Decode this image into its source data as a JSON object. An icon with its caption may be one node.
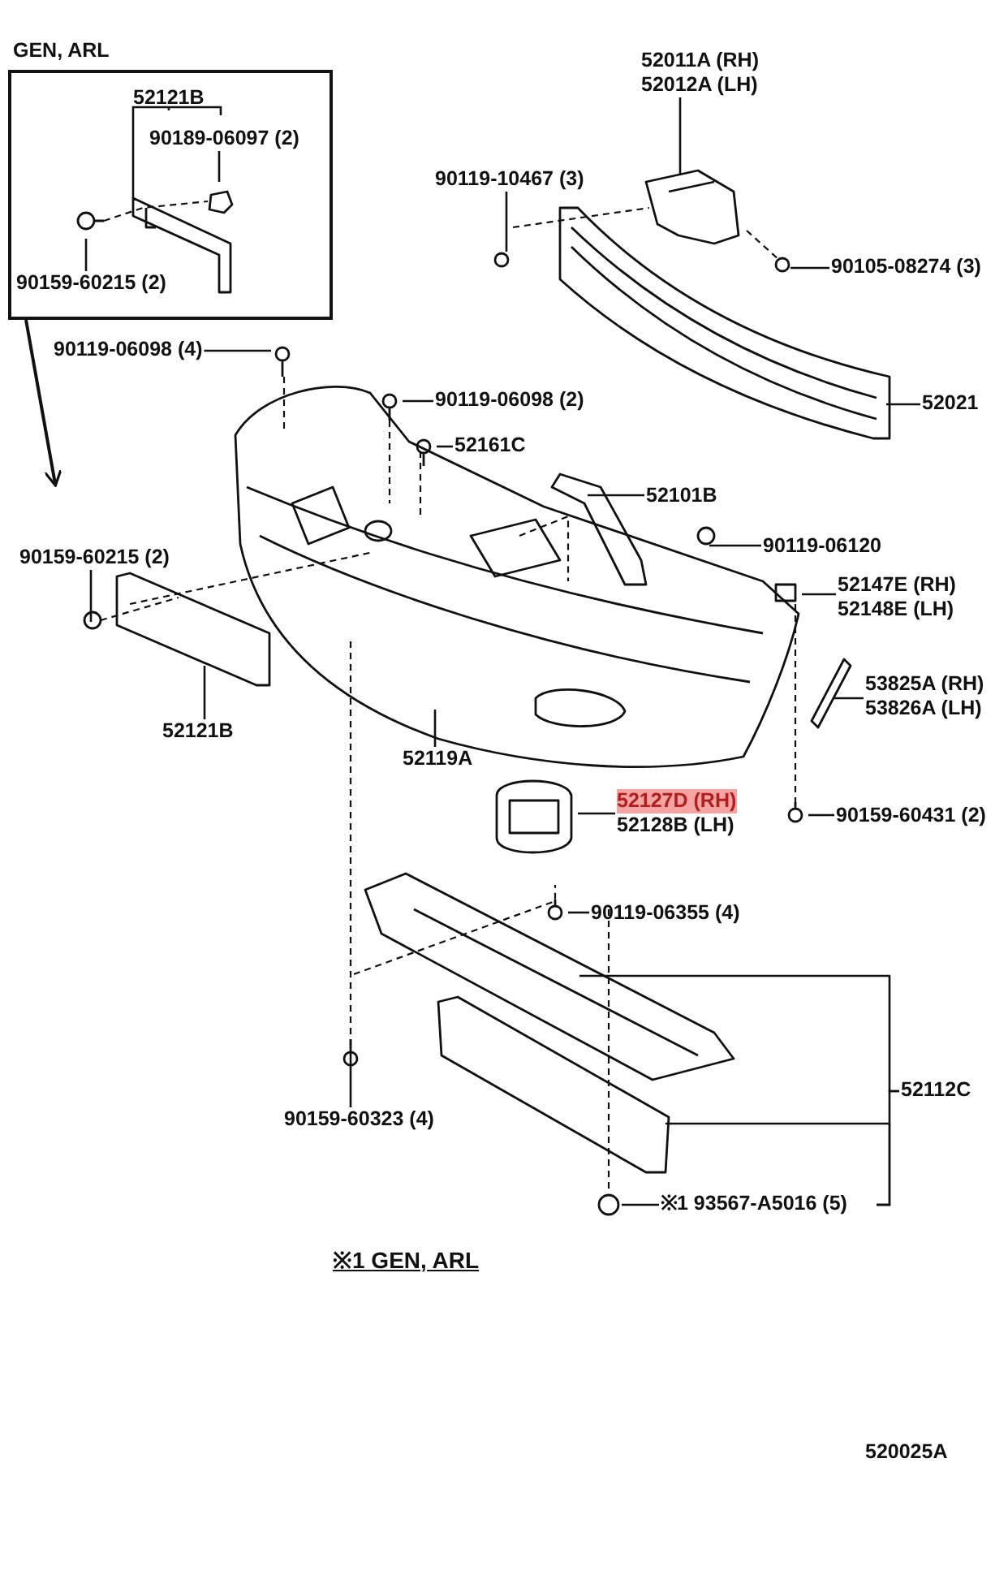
{
  "diagram": {
    "nodes": [
      {
        "text": [
          "GEN, ARL"
        ]
      },
      {
        "text": [
          "52121B"
        ],
        "in": 0
      },
      {
        "text": [
          "90189-06097 (2)"
        ],
        "in": 0
      },
      {
        "text": [
          "90159-60215 (2)"
        ],
        "in": 0
      },
      {
        "text": [
          "52011A (RH)",
          "52012A (LH)"
        ]
      },
      {
        "text": [
          "90119-10467 (3)"
        ]
      },
      {
        "text": [
          "90105-08274 (3)"
        ]
      },
      {
        "text": [
          "90119-06098 (4)"
        ]
      },
      {
        "text": [
          "90119-06098 (2)"
        ]
      },
      {
        "text": [
          "52021"
        ]
      },
      {
        "text": [
          "52161C"
        ]
      },
      {
        "text": [
          "52101B"
        ]
      },
      {
        "text": [
          "90159-60215 (2)"
        ]
      },
      {
        "text": [
          "90119-06120"
        ]
      },
      {
        "text": [
          "52147E (RH)",
          "52148E (LH)"
        ]
      },
      {
        "text": [
          "52121B"
        ]
      },
      {
        "text": [
          "53825A (RH)",
          "53826A (LH)"
        ]
      },
      {
        "text": [
          "52119A"
        ]
      },
      {
        "text": [
          "52127D (RH)",
          "52128B (LH)"
        ]
      },
      {
        "text": [
          "90159-60431 (2)"
        ]
      },
      {
        "text": [
          "90119-06355 (4)"
        ]
      },
      {
        "text": [
          "90159-60323 (4)"
        ]
      },
      {
        "text": [
          "52112C"
        ]
      },
      {
        "text": [
          "※1 93567-A5016 (5)"
        ]
      }
    ],
    "edges": [
      {
        "from": 0,
        "to": null,
        "arrow": "to"
      },
      {
        "from": 1,
        "to": null,
        "arrow": "none"
      },
      {
        "from": 2,
        "to": null,
        "arrow": "none"
      },
      {
        "from": 3,
        "to": null,
        "arrow": "none"
      },
      {
        "from": 4,
        "to": null,
        "arrow": "none"
      },
      {
        "from": 5,
        "to": null,
        "arrow": "none"
      },
      {
        "from": 6,
        "to": null,
        "arrow": "none"
      },
      {
        "from": 7,
        "to": null,
        "arrow": "none"
      },
      {
        "from": 8,
        "to": null,
        "arrow": "none"
      },
      {
        "from": 9,
        "to": null,
        "arrow": "none"
      },
      {
        "from": 10,
        "to": null,
        "arrow": "none"
      },
      {
        "from": 11,
        "to": null,
        "arrow": "none"
      },
      {
        "from": 12,
        "to": null,
        "arrow": "none"
      },
      {
        "from": 13,
        "to": null,
        "arrow": "none"
      },
      {
        "from": 14,
        "to": null,
        "arrow": "none"
      },
      {
        "from": 15,
        "to": null,
        "arrow": "none"
      },
      {
        "from": 16,
        "to": null,
        "arrow": "none"
      },
      {
        "from": 17,
        "to": null,
        "arrow": "none"
      },
      {
        "from": 18,
        "to": null,
        "arrow": "none"
      },
      {
        "from": 19,
        "to": null,
        "arrow": "none"
      },
      {
        "from": 20,
        "to": null,
        "arrow": "none"
      },
      {
        "from": 21,
        "to": null,
        "arrow": "none"
      },
      {
        "from": 22,
        "to": null,
        "arrow": "none"
      },
      {
        "from": 22,
        "to": null,
        "arrow": "none"
      },
      {
        "from": 23,
        "to": null,
        "arrow": "none"
      }
    ],
    "labels": [
      "※1 GEN, ARL",
      "520025A"
    ]
  }
}
